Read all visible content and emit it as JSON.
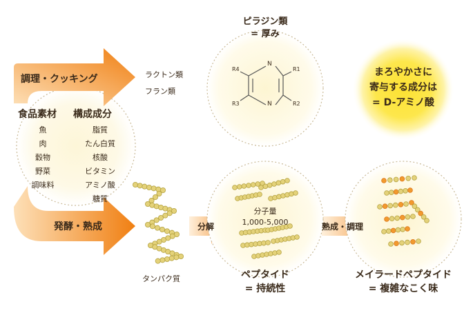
{
  "processes": {
    "cooking": "調理・クッキング",
    "fermentation": "発酵・熟成",
    "decomposition": "分解",
    "aging_cooking": "熟成・調理"
  },
  "cooking_products": [
    "ラクトン類",
    "フラン類"
  ],
  "food_materials": {
    "heading": "食品素材",
    "items": [
      "魚",
      "肉",
      "穀物",
      "野菜",
      "調味料"
    ]
  },
  "components": {
    "heading": "構成成分",
    "items": [
      "脂質",
      "たん白質",
      "核酸",
      "ビタミン",
      "アミノ酸",
      "糖質"
    ]
  },
  "pyrazine": {
    "title_line1": "ピラジン類",
    "title_line2": "= 厚み",
    "substituents": [
      "R4",
      "R1",
      "R3",
      "R2"
    ],
    "atom": "N"
  },
  "highlight": {
    "line1": "まろやかさに",
    "line2": "寄与する成分は",
    "line3": "= D-アミノ酸"
  },
  "protein": {
    "label": "タンパク質"
  },
  "peptide": {
    "mw_label": "分子量",
    "mw_range": "1,000-5,000",
    "title_line1": "ペプタイド",
    "title_line2": "= 持続性"
  },
  "maillard": {
    "title_line1": "メイラードペプタイド",
    "title_line2": "= 複雑なこく味"
  },
  "colors": {
    "arrow_orange": "#f08a20",
    "bead_fill": "#e4d27a",
    "bead_stroke": "#b3a13f",
    "bead_orange": "#f29a2e",
    "dotted": "#c8b894",
    "glow_yellow": "#fdd835"
  }
}
